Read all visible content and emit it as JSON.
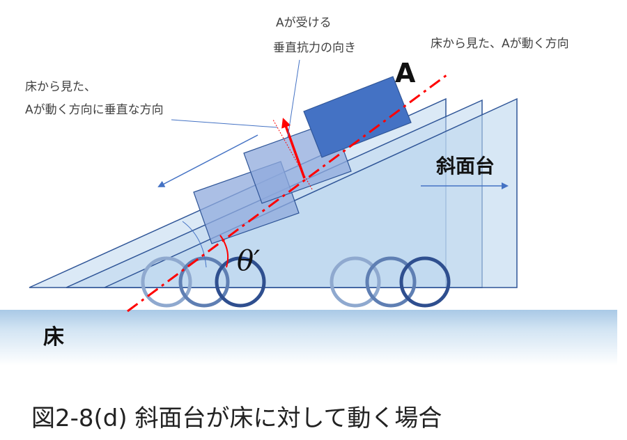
{
  "labels": {
    "normal_force_line1": "Aが受ける",
    "normal_force_line2": "垂直抗力の向き",
    "motion_direction": "床から見た、Aが動く方向",
    "perp_line1": "床から見た、",
    "perp_line2": "Aが動く方向に垂直な方向",
    "block": "A",
    "incline": "斜面台",
    "floor": "床",
    "angle": "θ′"
  },
  "caption": "図2-8(d) 斜面台が床に対して動く場合",
  "colors": {
    "incline_fill": "#bdd7ee",
    "incline_stroke": "#2f5597",
    "block_fill": "#4472c4",
    "wheel_stroke": "#2f4f8f",
    "red_line": "#ff0000",
    "floor_band": "#c7ddef",
    "arrow_blue": "#4472c4"
  }
}
